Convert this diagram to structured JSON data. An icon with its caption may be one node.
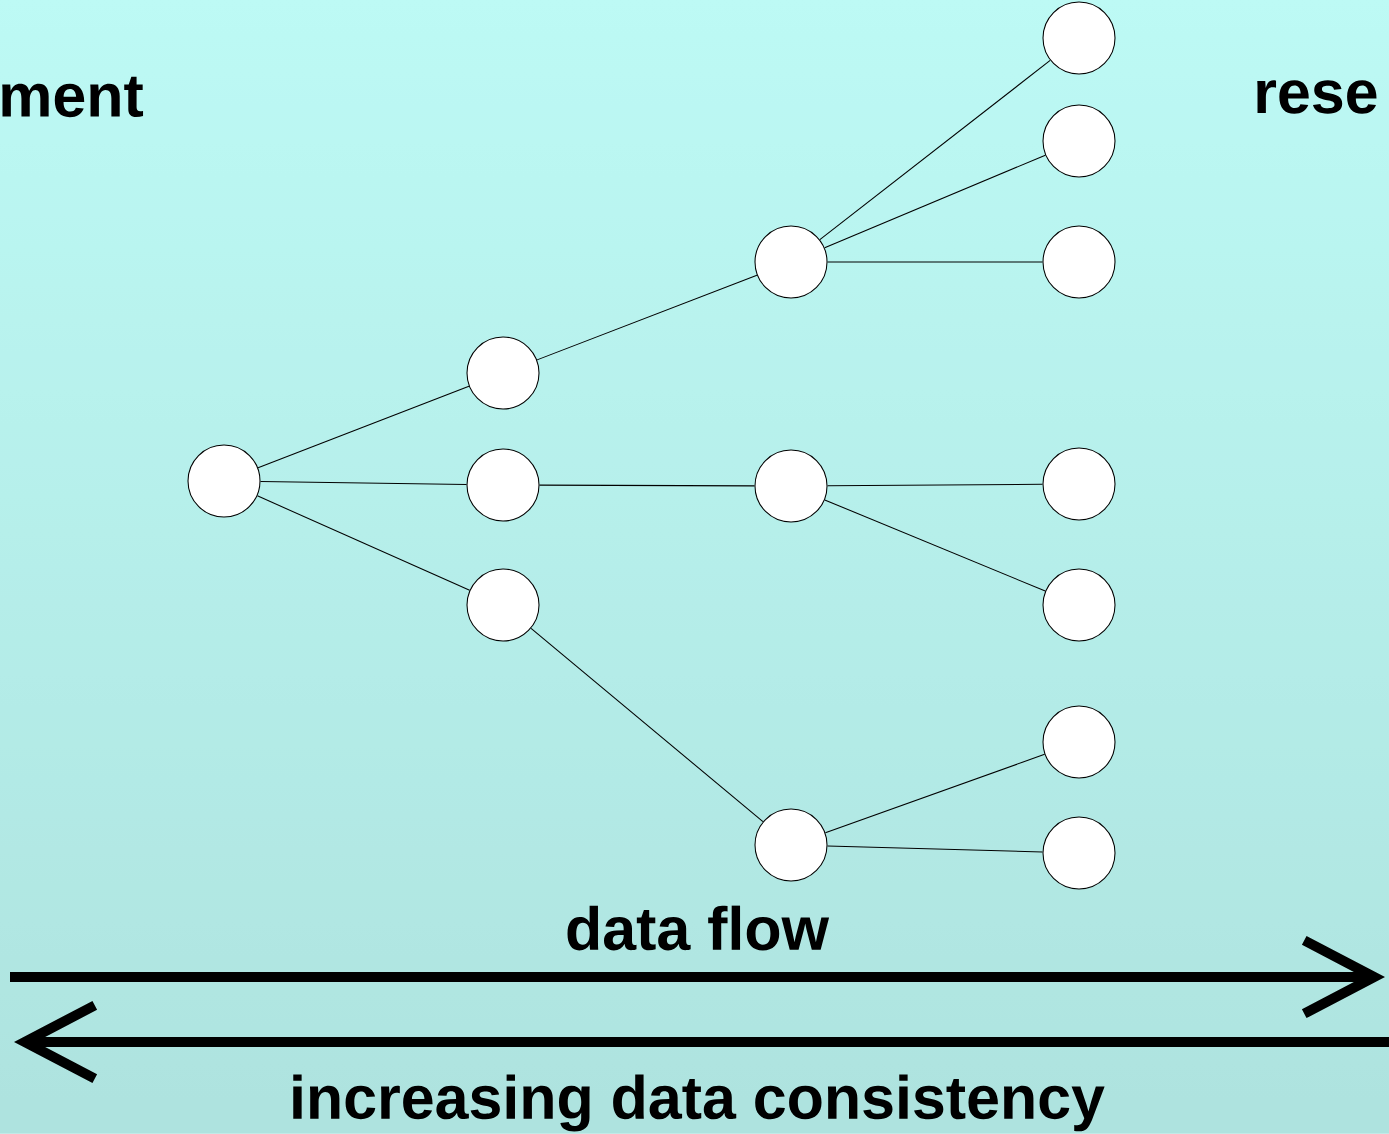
{
  "diagram": {
    "nodes": [
      {
        "text": [],
        "shape": "circle"
      },
      {
        "text": [],
        "shape": "circle"
      },
      {
        "text": [],
        "shape": "circle"
      },
      {
        "text": [],
        "shape": "circle"
      },
      {
        "text": [],
        "shape": "circle"
      },
      {
        "text": [],
        "shape": "circle"
      },
      {
        "text": [],
        "shape": "circle"
      },
      {
        "text": [],
        "shape": "circle"
      },
      {
        "text": [],
        "shape": "circle"
      },
      {
        "text": [],
        "shape": "circle"
      },
      {
        "text": [],
        "shape": "circle"
      },
      {
        "text": [],
        "shape": "circle"
      },
      {
        "text": [],
        "shape": "circle"
      },
      {
        "text": [],
        "shape": "circle"
      }
    ],
    "edges": [
      {
        "from": 0,
        "to": 1,
        "arrow": "none"
      },
      {
        "from": 0,
        "to": 2,
        "arrow": "none"
      },
      {
        "from": 0,
        "to": 3,
        "arrow": "none"
      },
      {
        "from": 1,
        "to": 4,
        "arrow": "none"
      },
      {
        "from": 2,
        "to": 5,
        "arrow": "none"
      },
      {
        "from": 3,
        "to": 6,
        "arrow": "none"
      },
      {
        "from": 4,
        "to": 7,
        "arrow": "none"
      },
      {
        "from": 4,
        "to": 8,
        "arrow": "none"
      },
      {
        "from": 4,
        "to": 9,
        "arrow": "none"
      },
      {
        "from": 5,
        "to": 10,
        "arrow": "none"
      },
      {
        "from": 5,
        "to": 11,
        "arrow": "none"
      },
      {
        "from": 6,
        "to": 12,
        "arrow": "none"
      },
      {
        "from": 6,
        "to": 13,
        "arrow": "none"
      }
    ],
    "labels": [
      "ment",
      "rese",
      "data flow",
      "increasing data consistency"
    ]
  }
}
